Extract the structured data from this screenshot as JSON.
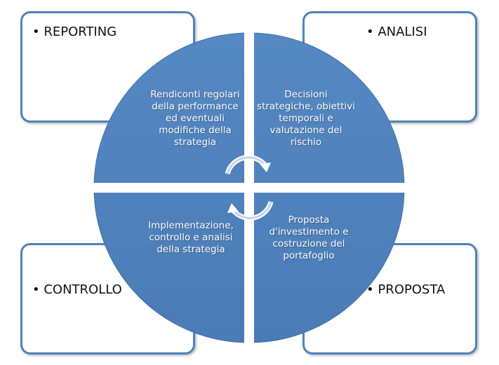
{
  "boxes": {
    "reporting": "• REPORTING",
    "analisi": "• ANALISI",
    "controllo": "• CONTROLLO",
    "proposta": "• PROPOSTA"
  },
  "quadrants": {
    "top_left": "Rendiconti regolari della performance ed eventuali modifiche della strategia",
    "top_right": "Decisioni strategiche, obiettivi temporali e valutazione del rischio",
    "bottom_left": "Implementazione, controllo e analisi della strategia",
    "bottom_right": "Proposta d'investimento e costruzione del portafoglio"
  },
  "colors": {
    "fill": "#4f81bd",
    "border": "#4f81bd"
  }
}
